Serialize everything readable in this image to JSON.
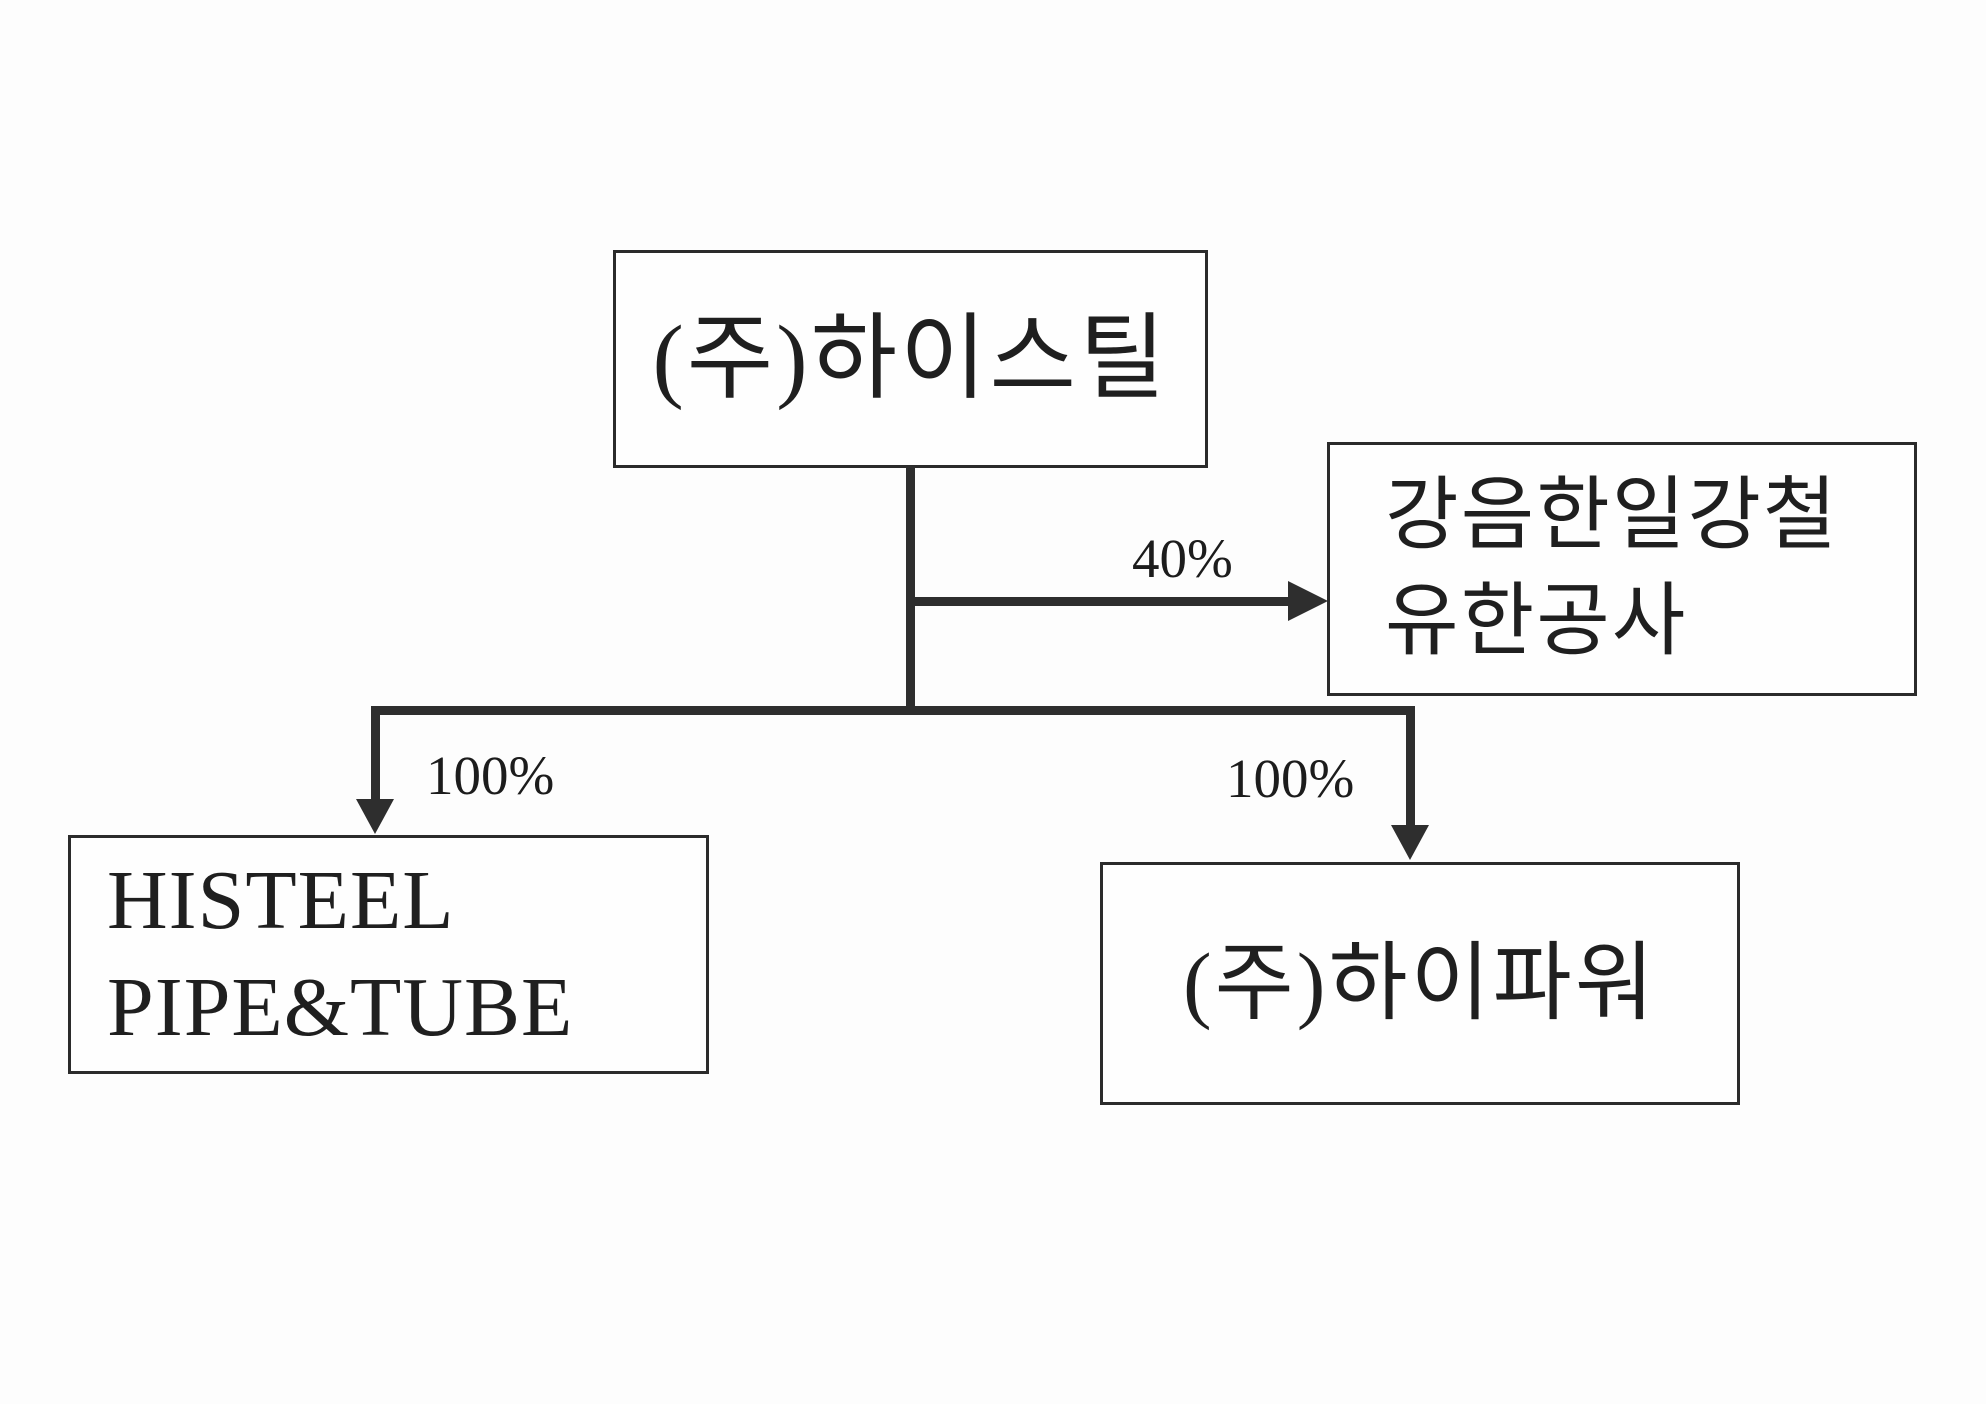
{
  "diagram": {
    "kind": "ownership-structure-org-chart",
    "nodes": {
      "parent": {
        "label": "(주)하이스틸"
      },
      "affiliate": {
        "line1": "강음한일강철",
        "line2": "유한공사"
      },
      "pipe": {
        "line1": "HISTEEL",
        "line2": "PIPE&TUBE"
      },
      "power": {
        "label": "(주)하이파워"
      }
    },
    "edges": {
      "parent_to_affiliate": {
        "ownership": "40%"
      },
      "parent_to_pipe": {
        "ownership": "100%"
      },
      "parent_to_power": {
        "ownership": "100%"
      }
    },
    "colors": {
      "line": "#2e2e2e",
      "box_border": "#2b2b2b",
      "text": "#1f1f1f",
      "background": "#fdfdfd"
    }
  }
}
